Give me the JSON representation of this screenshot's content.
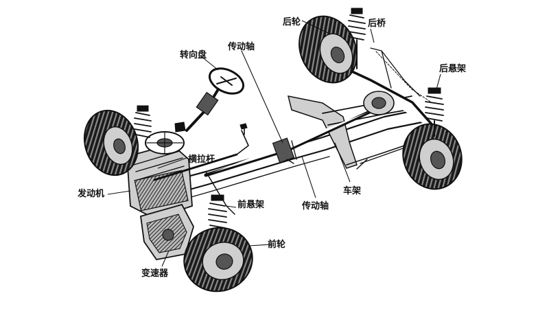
{
  "diagram": {
    "labels": {
      "rear_wheel": "后轮",
      "rear_axle": "后桥",
      "rear_suspension": "后悬架",
      "steering_wheel": "转向盘",
      "drive_shaft_top": "传动轴",
      "tie_rod": "横拉杆",
      "engine": "发动机",
      "front_suspension": "前悬架",
      "drive_shaft_bottom": "传动轴",
      "frame": "车架",
      "front_wheel": "前轮",
      "transmission": "变速器"
    },
    "colors": {
      "ink": "#111111",
      "background": "#ffffff"
    }
  }
}
